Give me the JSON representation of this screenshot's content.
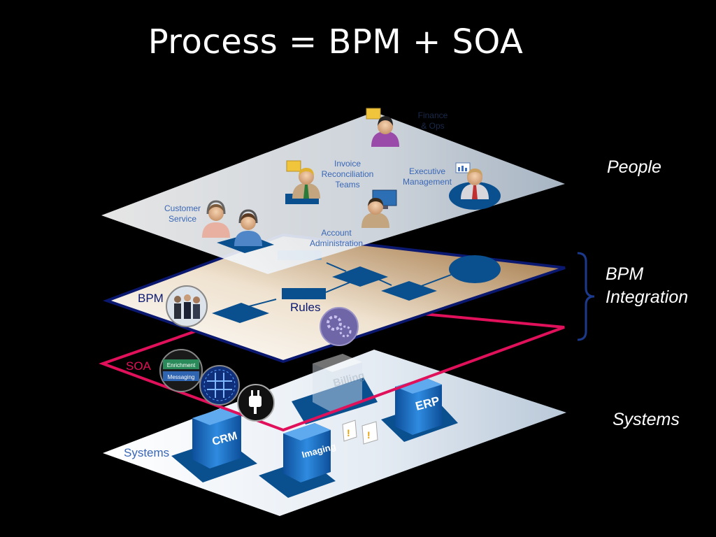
{
  "title": "Process = BPM + SOA",
  "side_labels": {
    "people": "People",
    "bpm_line1": "BPM",
    "bpm_line2": "Integration",
    "systems": "Systems"
  },
  "people_layer": {
    "finance_ops": [
      "Finance",
      "& Ops"
    ],
    "invoice_teams": [
      "Invoice",
      "Reconciliation",
      "Teams"
    ],
    "executive_management": [
      "Executive",
      "Management"
    ],
    "customer_service": [
      "Customer",
      "Service"
    ],
    "account_administration": [
      "Account",
      "Administration"
    ]
  },
  "bpm_layer": {
    "label": "BPM",
    "rules": "Rules"
  },
  "soa_layer": {
    "label": "SOA",
    "enrichment": "Enrichment",
    "messaging": "Messaging"
  },
  "systems_layer": {
    "label": "Systems",
    "crm": "CRM",
    "imaging": "Imaging",
    "erp": "ERP",
    "billing": "Billing"
  },
  "colors": {
    "bpm_border": "#0b1870",
    "soa_border": "#e0105a",
    "process_node": "#0a4f8e",
    "label_blue": "#3a67b5",
    "cylinder": "#1a6fc0"
  }
}
